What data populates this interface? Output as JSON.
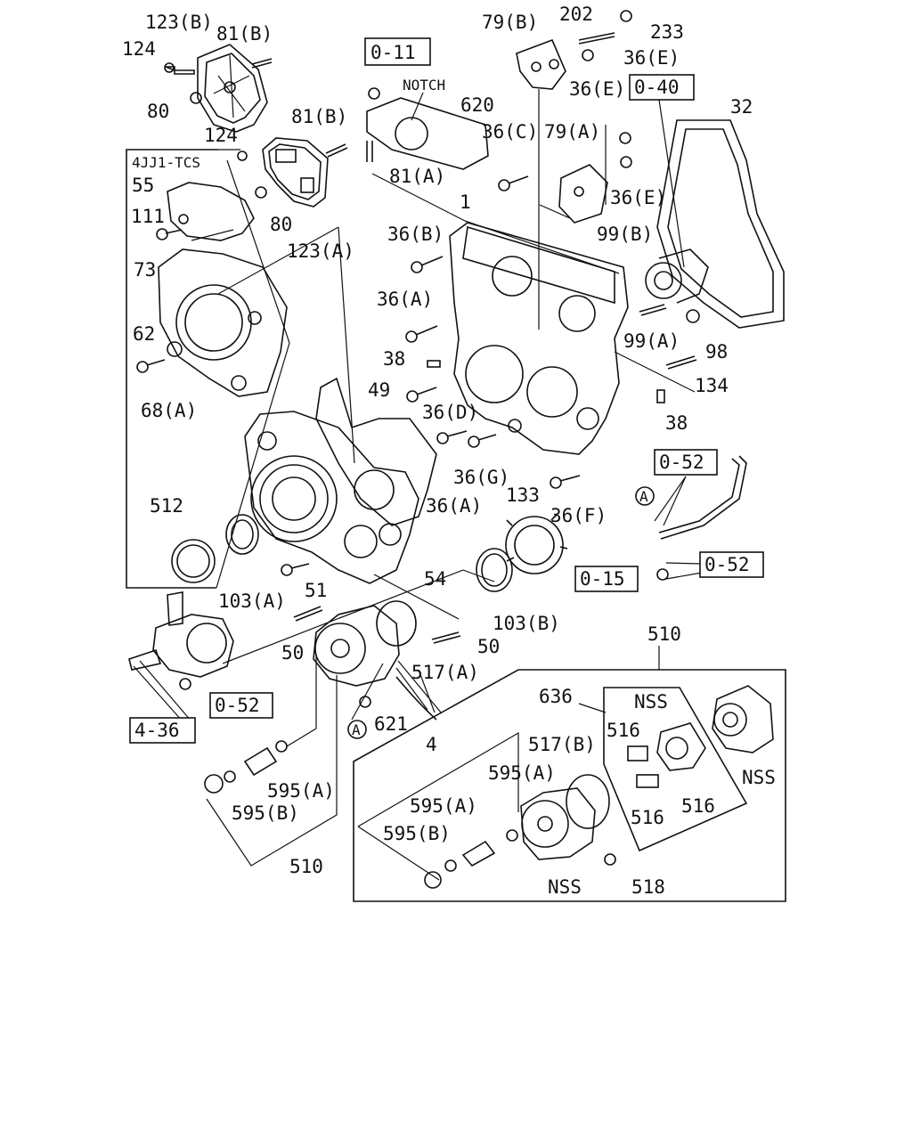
{
  "diagram": {
    "group_title": "4JJ1-TCS",
    "note": "NOTCH",
    "ref_boxes": {
      "r011": "0-11",
      "r040": "0-40",
      "r052a": "0-52",
      "r052b": "0-52",
      "r052c": "0-52",
      "r015": "0-15",
      "r436": "4-36"
    },
    "circle_marks": {
      "a1": "A",
      "a2": "A"
    },
    "labels": {
      "l123b": "123(B)",
      "l81b_top": "81(B)",
      "l124_top": "124",
      "l80_top": "80",
      "l124_mid": "124",
      "l81b_mid": "81(B)",
      "l55": "55",
      "l111": "111",
      "l73": "73",
      "l80_mid": "80",
      "l123a": "123(A)",
      "l62": "62",
      "l68a": "68(A)",
      "l512": "512",
      "l103a": "103(A)",
      "l51": "51",
      "l54": "54",
      "l49": "49",
      "l50_left": "50",
      "l50_right": "50",
      "l517a": "517(A)",
      "l621": "621",
      "l595a_left": "595(A)",
      "l595b_left": "595(B)",
      "l510_bottom": "510",
      "l620": "620",
      "l81a": "81(A)",
      "l36c": "36(C)",
      "l1": "1",
      "l36b": "36(B)",
      "l36a_upper": "36(A)",
      "l38_left": "38",
      "l36d": "36(D)",
      "l36g": "36(G)",
      "l133": "133",
      "l36a_lower": "36(A)",
      "l36f": "36(F)",
      "l103b": "103(B)",
      "l79b": "79(B)",
      "l202": "202",
      "l233": "233",
      "l36e_1": "36(E)",
      "l36e_2": "36(E)",
      "l79a": "79(A)",
      "l36e_3": "36(E)",
      "l32": "32",
      "l99b": "99(B)",
      "l99a": "99(A)",
      "l98": "98",
      "l134": "134",
      "l38_right": "38",
      "l510_box": "510",
      "l636": "636",
      "l517b": "517(B)",
      "l4": "4",
      "l595a_box1": "595(A)",
      "l595a_box2": "595(A)",
      "l595b_box": "595(B)",
      "l516_1": "516",
      "l516_2": "516",
      "l516_3": "516",
      "l_nss_1": "NSS",
      "l_nss_2": "NSS",
      "l_nss_3": "NSS",
      "l518": "518"
    }
  }
}
